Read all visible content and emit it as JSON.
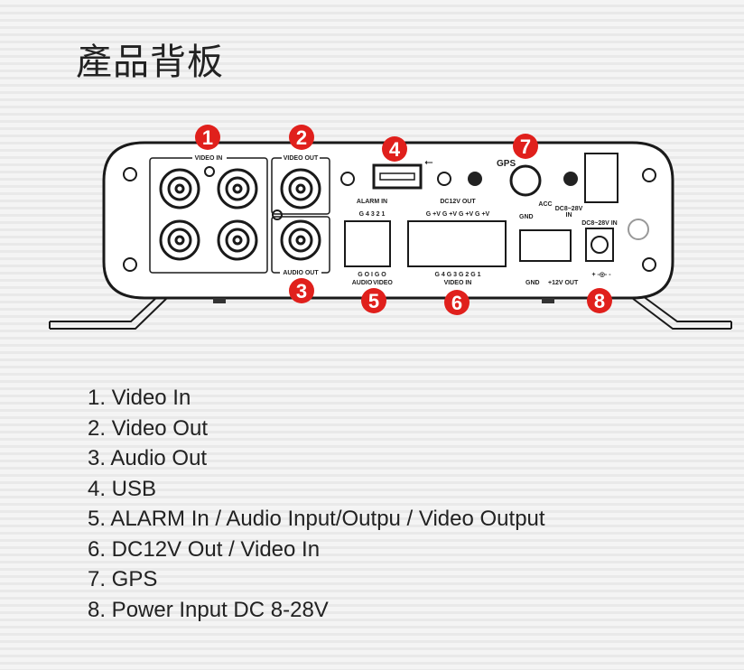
{
  "title": "產品背板",
  "panel_labels": {
    "video_in": "VIDEO IN",
    "video_out": "VIDEO OUT",
    "audio_out": "AUDIO  OUT",
    "alarm_in": "ALARM IN",
    "alarm_pins": "G 4 3 2 1",
    "av_pins": "G O I  G O",
    "audio": "AUDIO",
    "video": "VIDEO",
    "dc12v_out": "DC12V  OUT",
    "dc_pins": "G +V G +V G +V G +V",
    "video_in_pins": "G 4 G 3 G 2 G 1",
    "video_in_small": "VIDEO IN",
    "gps": "GPS",
    "gnd_top": "GND",
    "acc": "ACC",
    "dc_in_small_1": "DC8~28V",
    "dc_in_small_2": "IN",
    "gnd_bottom": "GND",
    "out_12v": "+12V  OUT",
    "dc_in": "DC8~28V IN",
    "polarity": "+ -◎- -"
  },
  "badges": [
    "1",
    "2",
    "3",
    "4",
    "5",
    "6",
    "7",
    "8"
  ],
  "legend": [
    "1. Video In",
    "2. Video Out",
    "3. Audio Out",
    "4. USB",
    "5. ALARM In / Audio Input/Outpu /  Video Output",
    "6. DC12V Out / Video In",
    "7. GPS",
    "8. Power Input DC 8-28V"
  ],
  "colors": {
    "badge": "#e0201c",
    "line": "#1a1a1a"
  }
}
